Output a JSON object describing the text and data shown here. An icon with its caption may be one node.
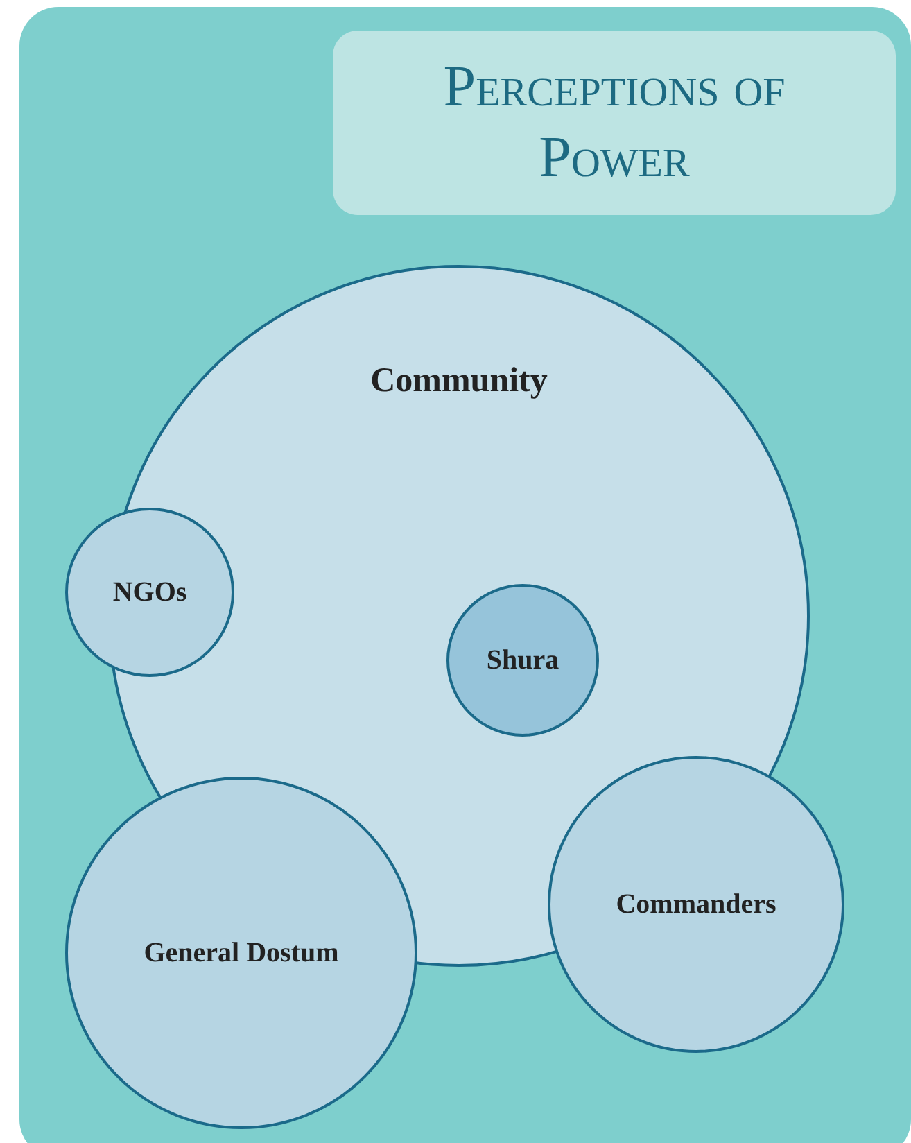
{
  "diagram": {
    "title": "Perceptions of Power",
    "nodes": [
      {
        "text": [
          "Community"
        ]
      },
      {
        "text": [
          "NGOs"
        ]
      },
      {
        "text": [
          "Shura"
        ],
        "in": 0
      },
      {
        "text": [
          "General Dostum"
        ]
      },
      {
        "text": [
          "Commanders"
        ]
      }
    ]
  }
}
